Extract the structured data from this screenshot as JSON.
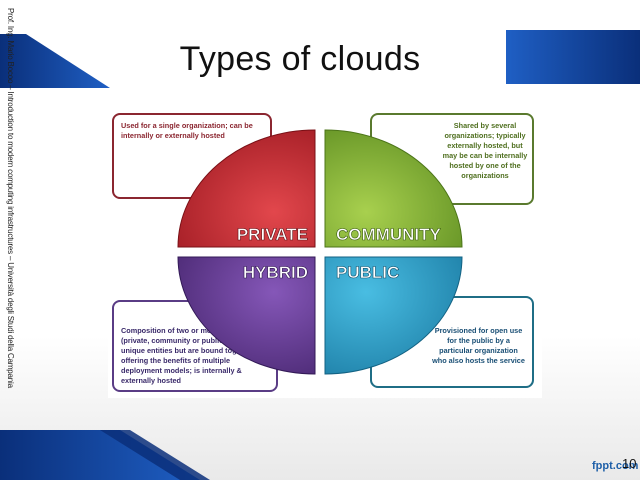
{
  "sidebar_text": "Prof. Ing. Mario Bocoo – Introduction to modern computing infrastructures – Università degli Studi della Campania",
  "title": "Types of clouds",
  "footer": {
    "brand": "fppt.com",
    "page": "10"
  },
  "quadrants": [
    {
      "label": "Private",
      "description": "Used for a single organization; can be internally or externally hosted"
    },
    {
      "label": "Community",
      "description": "Shared by several organizations; typically externally hosted, but may be can be internally hosted by one of the organizations"
    },
    {
      "label": "Hybrid",
      "description": "Composition of two or more clouds (private, community or public) that remain unique entities but are bound together, offering the benefits of multiple deployment models; is internally & externally hosted"
    },
    {
      "label": "Public",
      "description": "Provisioned for open use for the public by a particular organization who also hosts the service"
    }
  ],
  "colors": {
    "private": "#c8262d",
    "community": "#8cba3a",
    "hybrid": "#6c3f97",
    "public": "#2ba3c9",
    "accent": "#1a4fa6"
  }
}
